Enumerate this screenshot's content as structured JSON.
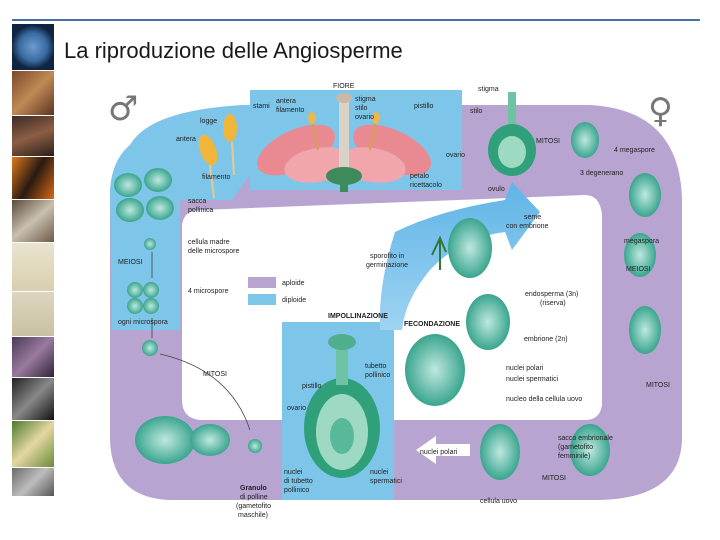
{
  "slide": {
    "title": "La riproduzione delle Angiosperme",
    "male_symbol": "♂",
    "female_symbol": "♀"
  },
  "labels": {
    "fiore": "FIORE",
    "antera_flower": "antera",
    "filamento_flower": "filamento",
    "stami": "stami",
    "stigma_flower": "stigma",
    "stilo_flower": "stilo",
    "ovario_flower": "ovario",
    "pistillo_flower": "pistillo",
    "petalo": "petalo",
    "ricettacolo": "ricettacolo",
    "logge": "logge",
    "antera_left": "antera",
    "filamento_left": "filamento",
    "sacca_l1": "sacca",
    "sacca_l2": "pollinica",
    "cellula_madre_l1": "cellula madre",
    "cellula_madre_l2": "delle microspore",
    "meiosi_left": "MEIOSI",
    "microspore": "4 microspore",
    "ogni_microspora": "ogni microspora",
    "mitosi_left": "MITOSI",
    "granulo_l1": "Granulo",
    "granulo_l2": "di polline",
    "granulo_l3": "(gametofito",
    "granulo_l4": "maschile)",
    "aploide": "aploide",
    "diploide": "diploide",
    "impollinazione": "IMPOLLINAZIONE",
    "pistillo_center": "pistillo",
    "ovario_center": "ovario",
    "tubetto_l1": "tubetto",
    "tubetto_l2": "pollinico",
    "nuclei_tubetto_l1": "nuclei",
    "nuclei_tubetto_l2": "di tubetto",
    "nuclei_tubetto_l3": "pollinico",
    "nuclei_spermatici_center_l1": "nuclei",
    "nuclei_spermatici_center_l2": "spermatici",
    "sporofito_l1": "sporofito in",
    "sporofito_l2": "germinazione",
    "seme_l1": "seme",
    "seme_l2": "con embrione",
    "fecondazione": "FECONDAZIONE",
    "endosperma_l1": "endosperma (3n)",
    "endosperma_l2": "(riserva)",
    "embrione": "embrione (2n)",
    "nuclei_polari": "nuclei polari",
    "nuclei_spermatici": "nuclei spermatici",
    "nucleo_cellula_uovo": "nucleo della cellula uovo",
    "stigma_right": "stigma",
    "stilo_right": "stilo",
    "ovario_right": "ovario",
    "ovulo": "ovulo",
    "mitosi_top_right": "MITOSI",
    "megaspore": "4 megaspore",
    "degenerano": "3 degenerano",
    "megaspora": "megaspora",
    "meiosi_right": "MEIOSI",
    "mitosi_right": "MITOSI",
    "sacco_l1": "sacco embrionale",
    "sacco_l2": "(gametofito",
    "sacco_l3": "femminile)",
    "nuclei_polari_bottom": "nuclei polari",
    "mitosi_bottom": "MITOSI",
    "cellula_uovo": "cellula uovo"
  },
  "colors": {
    "aploide": "#b7a4d1",
    "diploide": "#7dc6ea",
    "title_rule": "#4a6fa5"
  }
}
